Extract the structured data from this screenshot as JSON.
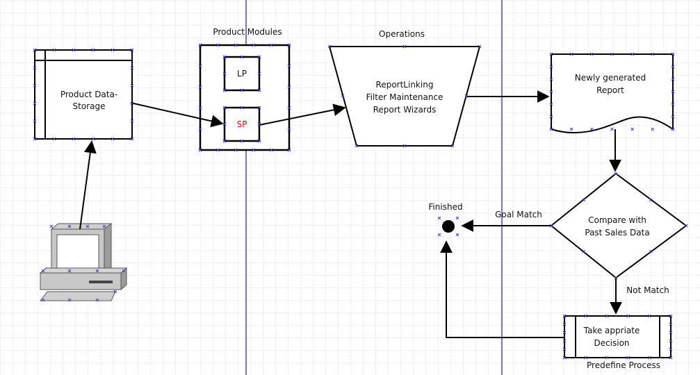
{
  "colors": {
    "grid": "#d2d8de",
    "guide": "#1f1fa8",
    "connector": "#4040d0",
    "accent_text": "#e01010"
  },
  "labels": {
    "product_modules": "Product Modules",
    "operations": "Operations",
    "finished": "Finished",
    "goal_match": "Goal Match",
    "not_match": "Not Match",
    "predefine_process": "Predefine Process"
  },
  "shapes": {
    "storage": [
      "Product Data-",
      "Storage"
    ],
    "lp": "LP",
    "sp": "SP",
    "operations_box": [
      "ReportLinking",
      "Filter Maintenance",
      "Report Wizards"
    ],
    "report": [
      "Newly generated",
      "Report"
    ],
    "decision": [
      "Compare with",
      "Past Sales Data"
    ],
    "process": [
      "Take appriate",
      "Decision"
    ]
  },
  "icons": [
    "computer-icon"
  ]
}
